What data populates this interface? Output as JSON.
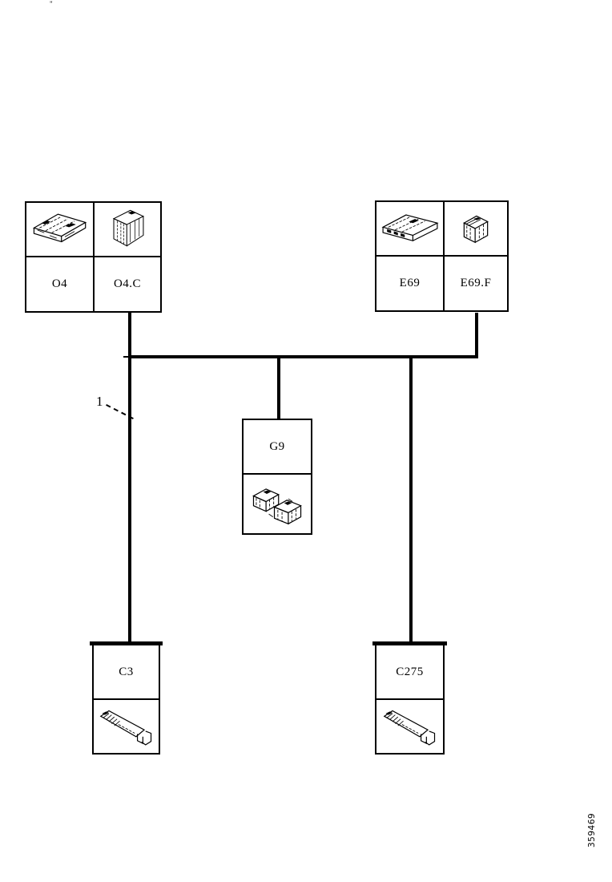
{
  "page": {
    "top_artifact": "\"",
    "figure_number": "359469"
  },
  "diagram": {
    "callout_label": "1",
    "boxes": {
      "top_left": {
        "cells": [
          {
            "label": "O4",
            "icon": "ecu-module-flat-icon"
          },
          {
            "label": "O4.C",
            "icon": "module-housing-icon"
          }
        ]
      },
      "top_right": {
        "cells": [
          {
            "label": "E69",
            "icon": "control-unit-icon"
          },
          {
            "label": "E69.F",
            "icon": "relay-cube-icon"
          }
        ]
      },
      "center": {
        "label": "G9",
        "icon": "connector-cluster-icon"
      },
      "bottom_left": {
        "label": "C3",
        "icon": "cable-terminal-icon"
      },
      "bottom_right": {
        "label": "C275",
        "icon": "cable-terminal-icon"
      }
    }
  }
}
